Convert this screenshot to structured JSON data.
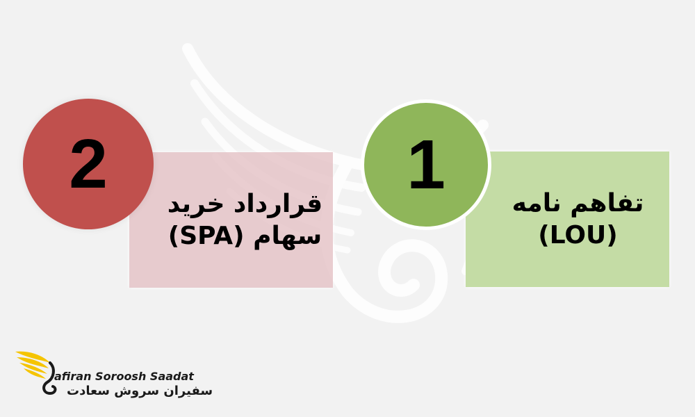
{
  "steps": [
    {
      "number": "1",
      "title_line1": "تفاهم نامه",
      "title_line2": "(LOU)",
      "color": "#8fb65a",
      "box_color": "#c1daa0"
    },
    {
      "number": "2",
      "title_line1": "قرارداد خرید",
      "title_line2": "سهام (SPA)",
      "color": "#c0504d",
      "box_color": "#e5c4c8"
    }
  ],
  "logo": {
    "name_en": "afiran Soroosh Saadat",
    "name_fa": "سفیران سروش سعادت",
    "accent_color": "#f5c400"
  }
}
